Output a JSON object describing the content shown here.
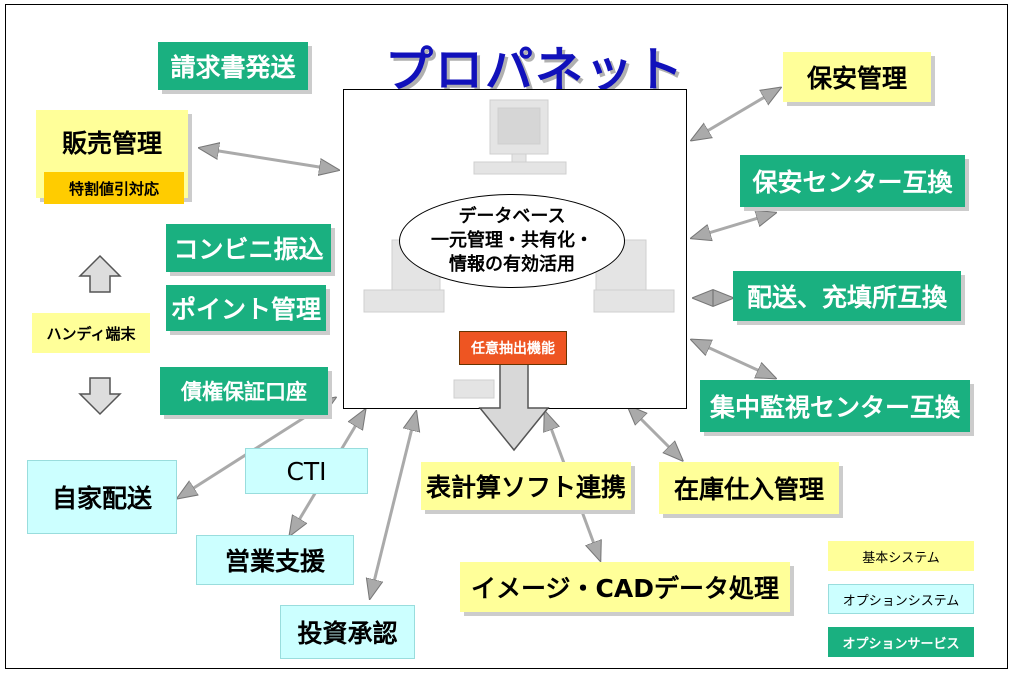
{
  "title": "プロパネット",
  "center": {
    "db_lines": [
      "データベース",
      "一元管理・共有化・",
      "情報の有効活用"
    ],
    "extract_label": "任意抽出機能"
  },
  "left": {
    "invoice": "請求書発送",
    "sales": "販売管理",
    "discount": "特割値引対応",
    "conveni": "コンビニ振込",
    "points": "ポイント管理",
    "handy": "ハンディ端末",
    "debt": "債権保証口座",
    "home_delivery": "自家配送"
  },
  "right": {
    "security": "保安管理",
    "security_center": "保安センター互換",
    "delivery_fill": "配送、充填所互換",
    "monitor_center": "集中監視センター互換"
  },
  "bottom": {
    "cti": "CTI",
    "sales_support": "営業支援",
    "investment": "投資承認",
    "spreadsheet": "表計算ソフト連携",
    "inventory": "在庫仕入管理",
    "image_cad": "イメージ・CADデータ処理"
  },
  "legend": {
    "basic": "基本システム",
    "option": "オプションシステム",
    "service": "オプションサービス"
  },
  "colors": {
    "teal": "#1ab080",
    "yellow": "#ffff99",
    "cyan": "#ccffff",
    "title_blue": "#1111bb",
    "extract_orange": "#ee5522",
    "badge_orange": "#ffcc00"
  }
}
